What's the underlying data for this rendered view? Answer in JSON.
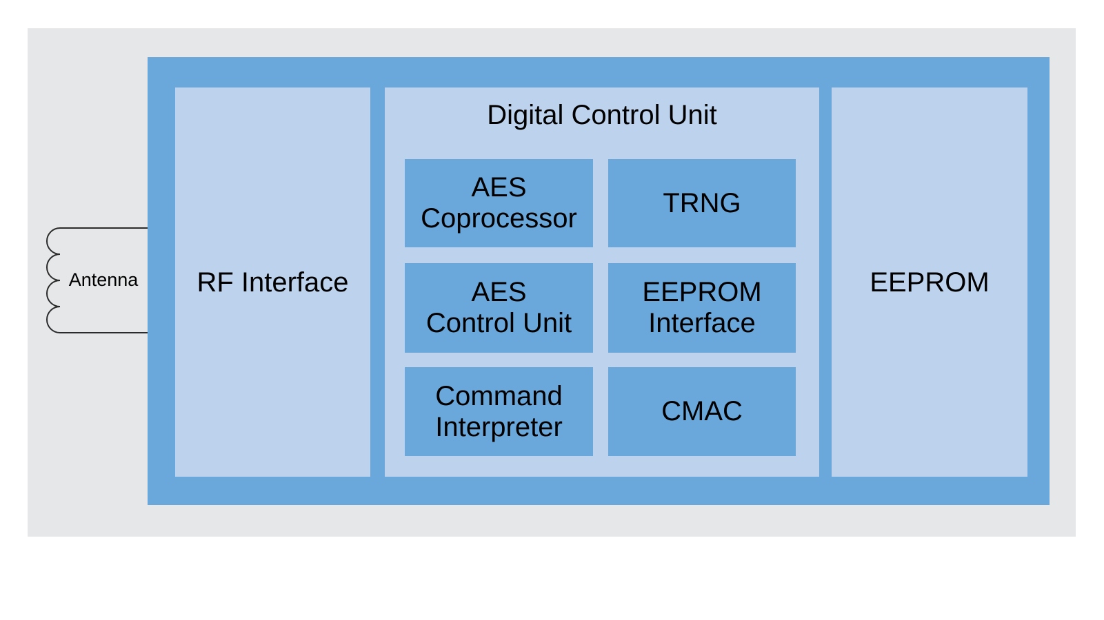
{
  "colors": {
    "chip_blue": "#6aa7da",
    "panel_light_blue": "#bdd2ec",
    "board_gray": "#e6e7e9",
    "line_black": "#2b2b2b",
    "text_black": "#000000"
  },
  "antenna": {
    "label": "Antenna"
  },
  "chip": {
    "rf_interface": {
      "label": "RF Interface"
    },
    "dcu": {
      "title": "Digital Control Unit",
      "blocks": [
        {
          "label": "AES\nCoprocessor"
        },
        {
          "label": "TRNG"
        },
        {
          "label": "AES\nControl Unit"
        },
        {
          "label": "EEPROM\nInterface"
        },
        {
          "label": "Command\nInterpreter"
        },
        {
          "label": "CMAC"
        }
      ]
    },
    "eeprom": {
      "label": "EEPROM"
    }
  }
}
